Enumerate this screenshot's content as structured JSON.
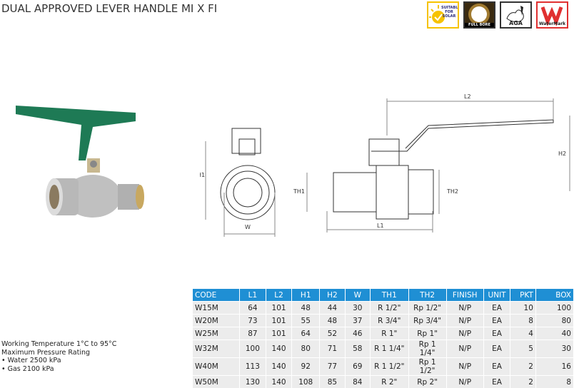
{
  "title": "DUAL APPROVED LEVER HANDLE MI X FI",
  "badges": {
    "solar": "SUITABLE FOR SOLAR",
    "fullbore": "FULL BORE",
    "aga": "AGA",
    "watermark": "WaterMark"
  },
  "drawing_labels": {
    "l2": "L2",
    "h2": "H2",
    "h1": "H1",
    "th1": "TH1",
    "w": "W",
    "l1": "L1",
    "th2": "TH2"
  },
  "table": {
    "headers": [
      "CODE",
      "L1",
      "L2",
      "H1",
      "H2",
      "W",
      "TH1",
      "TH2",
      "FINISH",
      "UNIT",
      "PKT",
      "BOX"
    ],
    "rows": [
      [
        "W15M",
        "64",
        "101",
        "48",
        "44",
        "30",
        "R 1/2\"",
        "Rp 1/2\"",
        "N/P",
        "EA",
        "10",
        "100"
      ],
      [
        "W20M",
        "73",
        "101",
        "55",
        "48",
        "37",
        "R 3/4\"",
        "Rp 3/4\"",
        "N/P",
        "EA",
        "8",
        "80"
      ],
      [
        "W25M",
        "87",
        "101",
        "64",
        "52",
        "46",
        "R 1\"",
        "Rp 1\"",
        "N/P",
        "EA",
        "4",
        "40"
      ],
      [
        "W32M",
        "100",
        "140",
        "80",
        "71",
        "58",
        "R 1 1/4\"",
        "Rp 1 1/4\"",
        "N/P",
        "EA",
        "5",
        "30"
      ],
      [
        "W40M",
        "113",
        "140",
        "92",
        "77",
        "69",
        "R 1 1/2\"",
        "Rp 1 1/2\"",
        "N/P",
        "EA",
        "2",
        "16"
      ],
      [
        "W50M",
        "130",
        "140",
        "108",
        "85",
        "84",
        "R 2\"",
        "Rp 2\"",
        "N/P",
        "EA",
        "2",
        "8"
      ]
    ]
  },
  "specs": [
    "Working Temperature  1°C to 95°C",
    "Maximum Pressure Rating",
    "• Water 2500 kPa",
    "• Gas 2100 kPa"
  ]
}
